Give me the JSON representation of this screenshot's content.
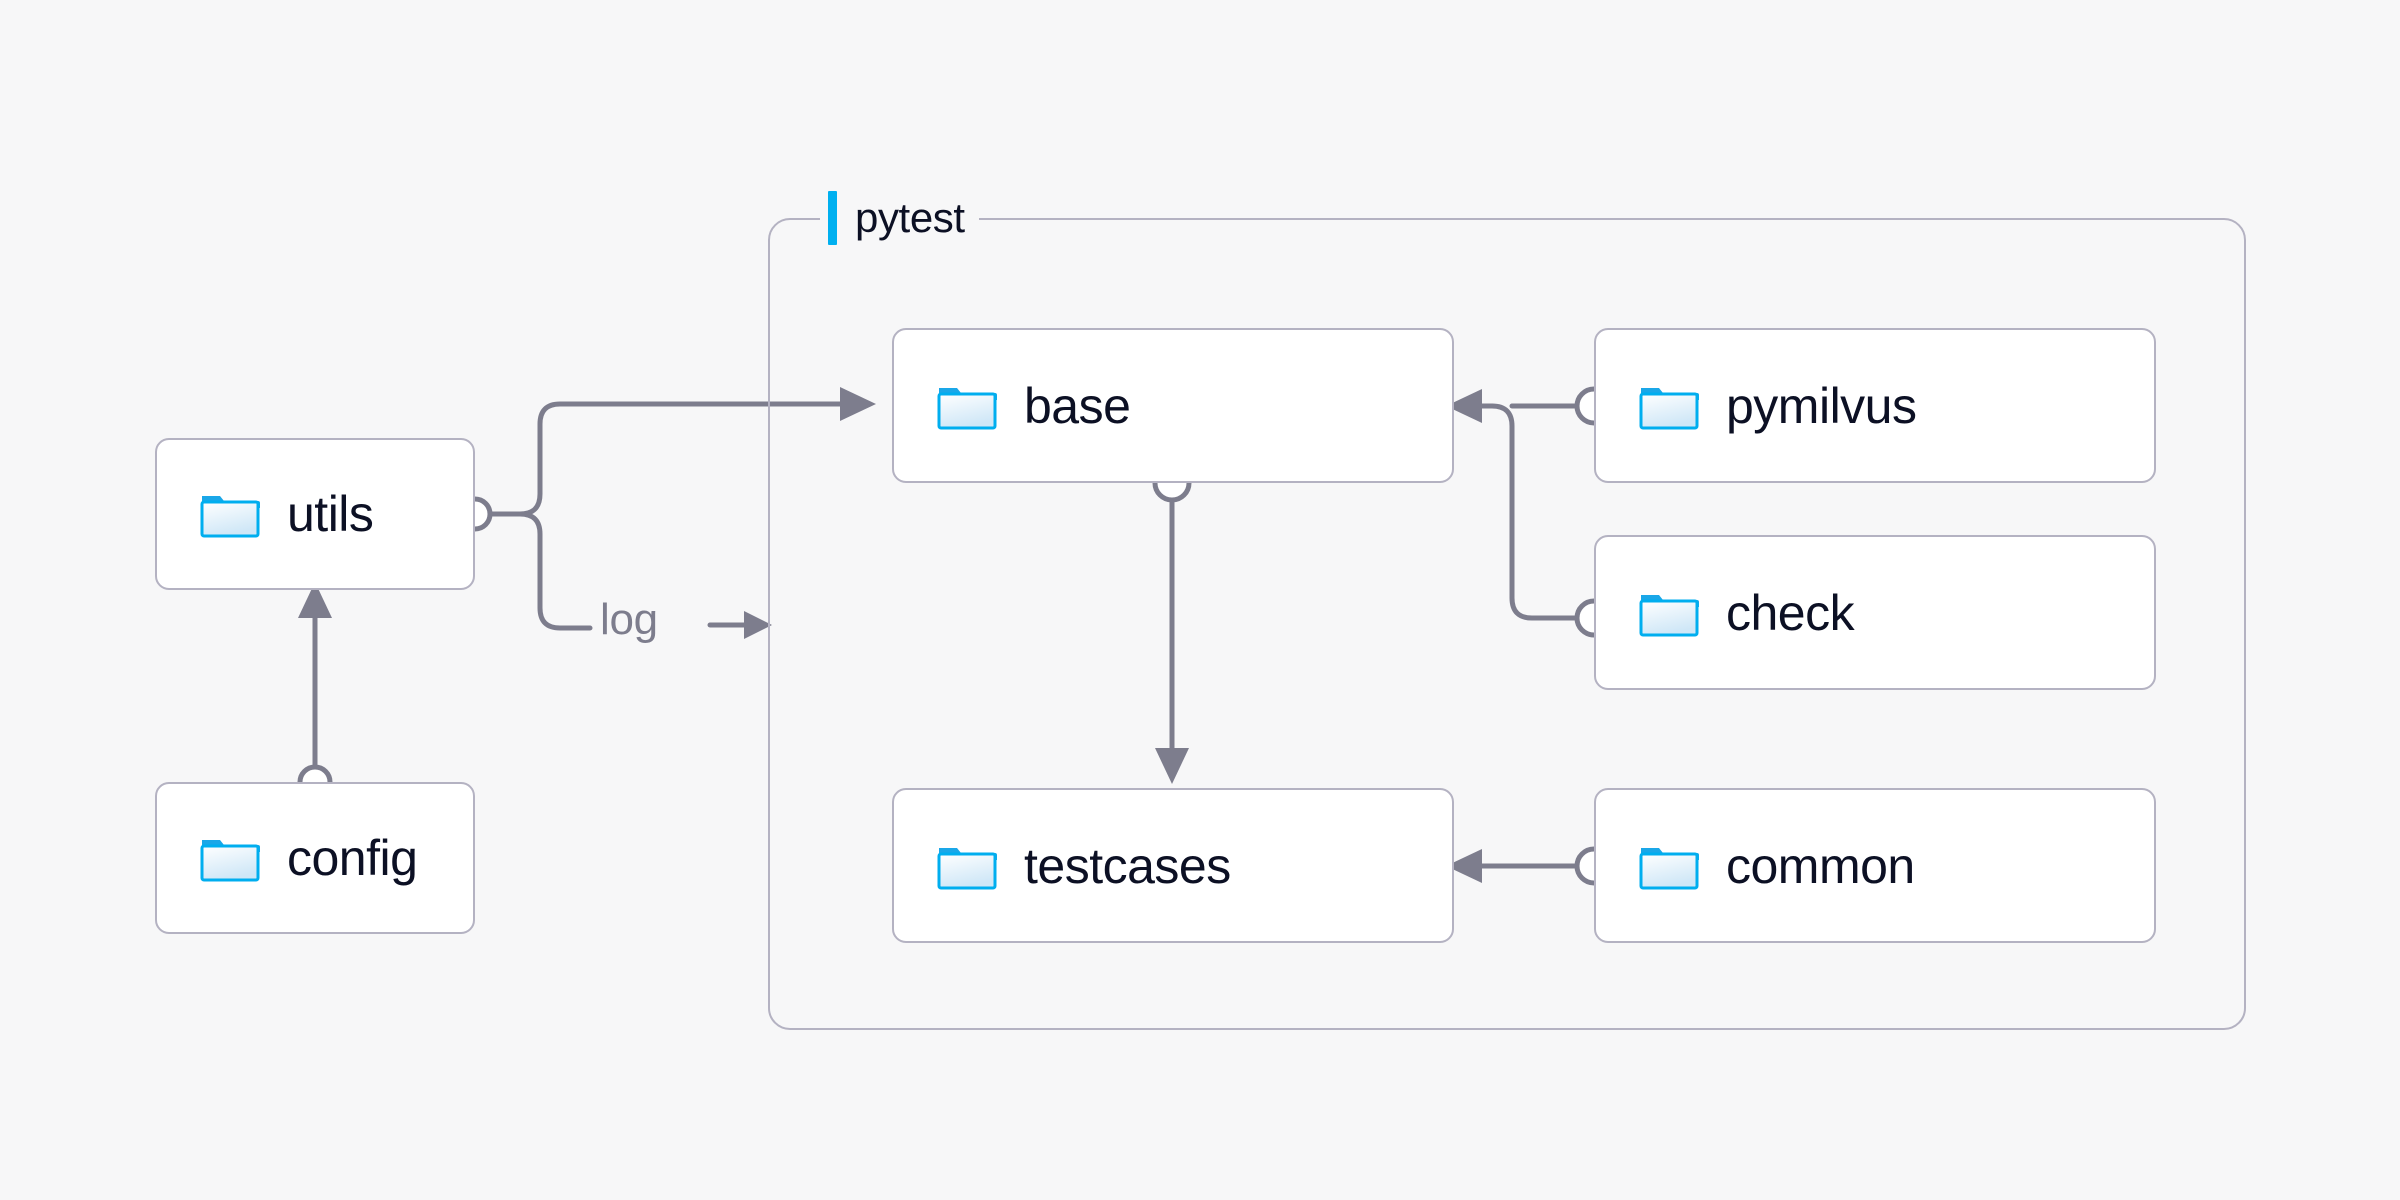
{
  "canvas": {
    "background": "#f7f7f8",
    "edge_color": "#7d7d8d",
    "node_border_color": "#b4b2c2",
    "node_text_color": "#0c1024",
    "accent_color": "#00b0f0",
    "folder_icon": "folder-icon"
  },
  "group": {
    "label": "pytest",
    "accent_color": "#00b0f0"
  },
  "nodes": [
    {
      "id": "utils",
      "label": "utils",
      "icon": "folder-icon",
      "group": null
    },
    {
      "id": "config",
      "label": "config",
      "icon": "folder-icon",
      "group": null
    },
    {
      "id": "base",
      "label": "base",
      "icon": "folder-icon",
      "group": "pytest"
    },
    {
      "id": "testcases",
      "label": "testcases",
      "icon": "folder-icon",
      "group": "pytest"
    },
    {
      "id": "pymilvus",
      "label": "pymilvus",
      "icon": "folder-icon",
      "group": "pytest"
    },
    {
      "id": "check",
      "label": "check",
      "icon": "folder-icon",
      "group": "pytest"
    },
    {
      "id": "common",
      "label": "common",
      "icon": "folder-icon",
      "group": "pytest"
    }
  ],
  "edges": [
    {
      "from": "config",
      "to": "utils",
      "label": ""
    },
    {
      "from": "utils",
      "to": "base",
      "label": ""
    },
    {
      "from": "utils",
      "to": "pytest",
      "label": "log"
    },
    {
      "from": "base",
      "to": "testcases",
      "label": ""
    },
    {
      "from": "pymilvus",
      "to": "base",
      "label": ""
    },
    {
      "from": "check",
      "to": "base",
      "label": ""
    },
    {
      "from": "common",
      "to": "testcases",
      "label": ""
    }
  ],
  "labels": {
    "log_edge": "log"
  }
}
